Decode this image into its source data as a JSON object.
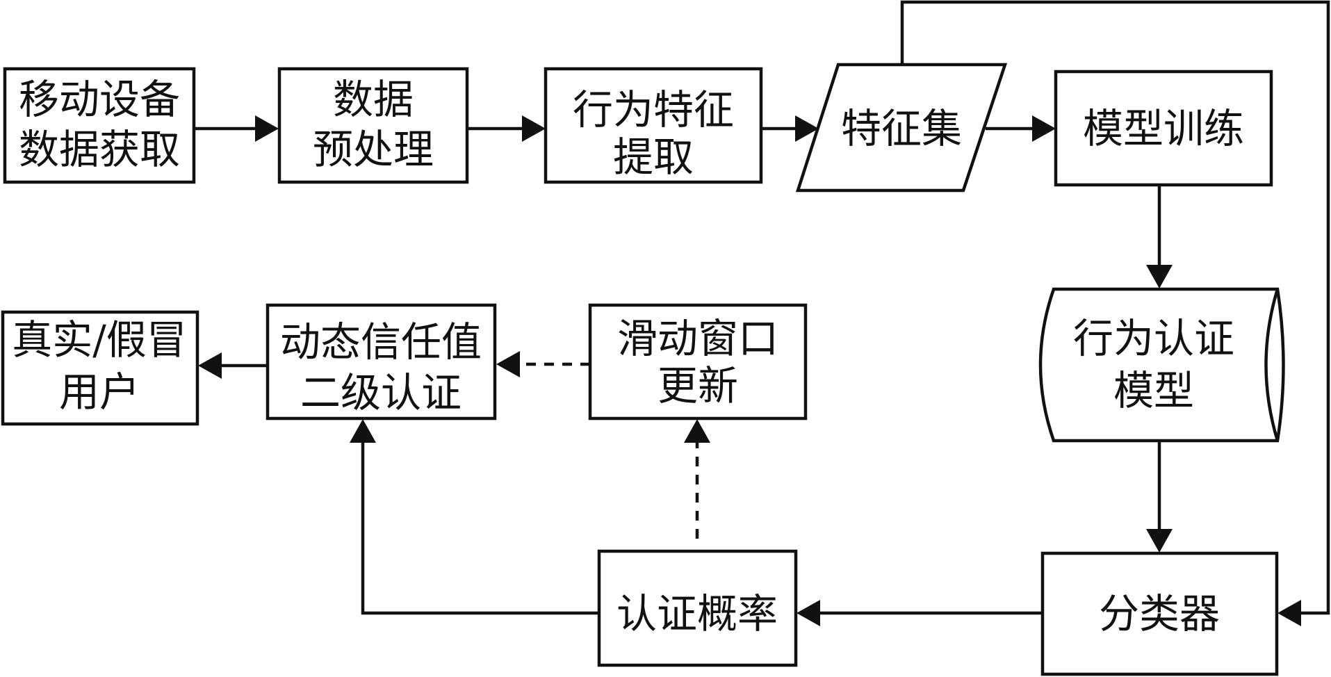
{
  "nodes": {
    "mobile_data": [
      "移动设备",
      "数据获取"
    ],
    "preprocess": [
      "数据",
      "预处理"
    ],
    "feature_extract": [
      "行为特征",
      "提取"
    ],
    "feature_set": [
      "特征集"
    ],
    "model_training": [
      "模型训练"
    ],
    "auth_model": [
      "行为认证",
      "模型"
    ],
    "classifier": [
      "分类器"
    ],
    "auth_prob": [
      "认证概率"
    ],
    "window_update": [
      "滑动窗口",
      "更新"
    ],
    "trust_auth": [
      "动态信任值",
      "二级认证"
    ],
    "user_result": [
      "真实/假冒",
      "用户"
    ]
  }
}
